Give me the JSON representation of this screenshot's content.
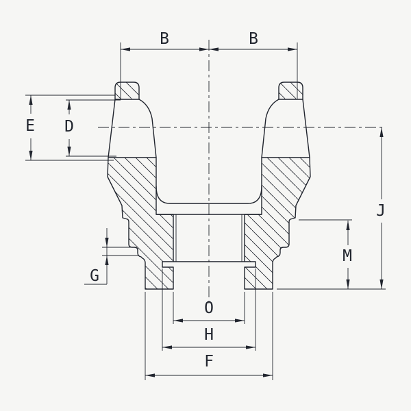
{
  "drawing": {
    "labels": {
      "b_left": "B",
      "b_right": "B",
      "e": "E",
      "d": "D",
      "g": "G",
      "j": "J",
      "m": "M",
      "o": "O",
      "h": "H",
      "f": "F"
    },
    "colors": {
      "background": "#f6f6f4",
      "line": "#21252e"
    }
  }
}
